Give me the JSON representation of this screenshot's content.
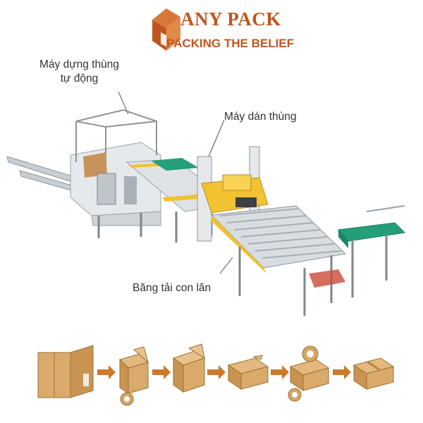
{
  "brand": {
    "name": "ANY PACK",
    "tagline": "PACKING THE BELIEF",
    "color": "#c0561f"
  },
  "callouts": {
    "erector_line1": "Máy dựng thùng",
    "erector_line2": "tự động",
    "sealer": "Máy dán thùng",
    "conveyor": "Băng tải con lăn"
  },
  "process_steps": [
    {
      "name": "flat-carton-blank"
    },
    {
      "name": "erected-box-bottom-taped"
    },
    {
      "name": "box-open-top"
    },
    {
      "name": "box-flaps-closed"
    },
    {
      "name": "box-top-taping"
    },
    {
      "name": "sealed-box"
    }
  ],
  "colors": {
    "carton": "#d9aa6a",
    "carton_dark": "#b98445",
    "machine_frame": "#d4d8dc",
    "rail_yellow": "#f2c230",
    "conveyor_green": "#23a07a",
    "arrow": "#cc7a2a"
  }
}
